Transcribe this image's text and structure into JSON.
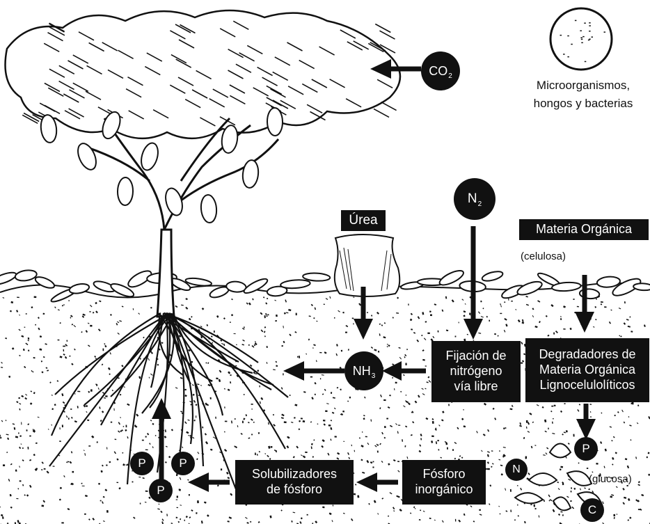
{
  "labels": {
    "co2": "CO",
    "co2_sub": "2",
    "n2": "N",
    "n2_sub": "2",
    "nh3": "NH",
    "nh3_sub": "3",
    "microorganisms": "Microorganismos,\nhongos y bacterias",
    "urea": "Úrea",
    "materia_organica": "Materia Orgánica",
    "celulosa": "(celulosa)",
    "fijacion": "Fijación de\nnitrógeno\nvía libre",
    "degradadores": "Degradadores de\nMateria Orgánica\nLignocelulolíticos",
    "solubilizadores": "Solubilizadores\nde fósforo",
    "fosforo_inorganico": "Fósforo\ninorgánico",
    "glucosa": "(glucosa)",
    "p": "P",
    "n": "N",
    "c": "C"
  },
  "colors": {
    "ink": "#111111",
    "paper": "#ffffff"
  }
}
